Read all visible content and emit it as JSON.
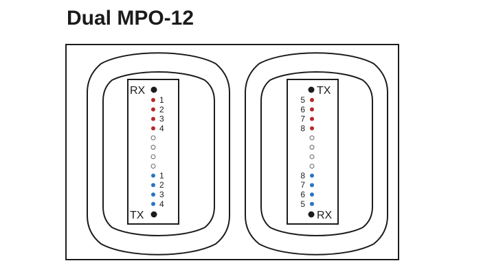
{
  "title": "Dual MPO-12",
  "colors": {
    "red": "#b5282c",
    "blue": "#2a74c4",
    "outline": "#1b1b1b",
    "empty": "#ffffff"
  },
  "left_connector": {
    "top_label": "RX",
    "bottom_label": "TX",
    "fibers": [
      {
        "label": "1",
        "color": "red"
      },
      {
        "label": "2",
        "color": "red"
      },
      {
        "label": "3",
        "color": "red"
      },
      {
        "label": "4",
        "color": "red"
      },
      {
        "label": "",
        "color": "empty"
      },
      {
        "label": "",
        "color": "empty"
      },
      {
        "label": "",
        "color": "empty"
      },
      {
        "label": "",
        "color": "empty"
      },
      {
        "label": "1",
        "color": "blue"
      },
      {
        "label": "2",
        "color": "blue"
      },
      {
        "label": "3",
        "color": "blue"
      },
      {
        "label": "4",
        "color": "blue"
      }
    ]
  },
  "right_connector": {
    "top_label": "TX",
    "bottom_label": "RX",
    "fibers": [
      {
        "label": "5",
        "color": "red"
      },
      {
        "label": "6",
        "color": "red"
      },
      {
        "label": "7",
        "color": "red"
      },
      {
        "label": "8",
        "color": "red"
      },
      {
        "label": "",
        "color": "empty"
      },
      {
        "label": "",
        "color": "empty"
      },
      {
        "label": "",
        "color": "empty"
      },
      {
        "label": "",
        "color": "empty"
      },
      {
        "label": "8",
        "color": "blue"
      },
      {
        "label": "7",
        "color": "blue"
      },
      {
        "label": "6",
        "color": "blue"
      },
      {
        "label": "5",
        "color": "blue"
      }
    ]
  }
}
